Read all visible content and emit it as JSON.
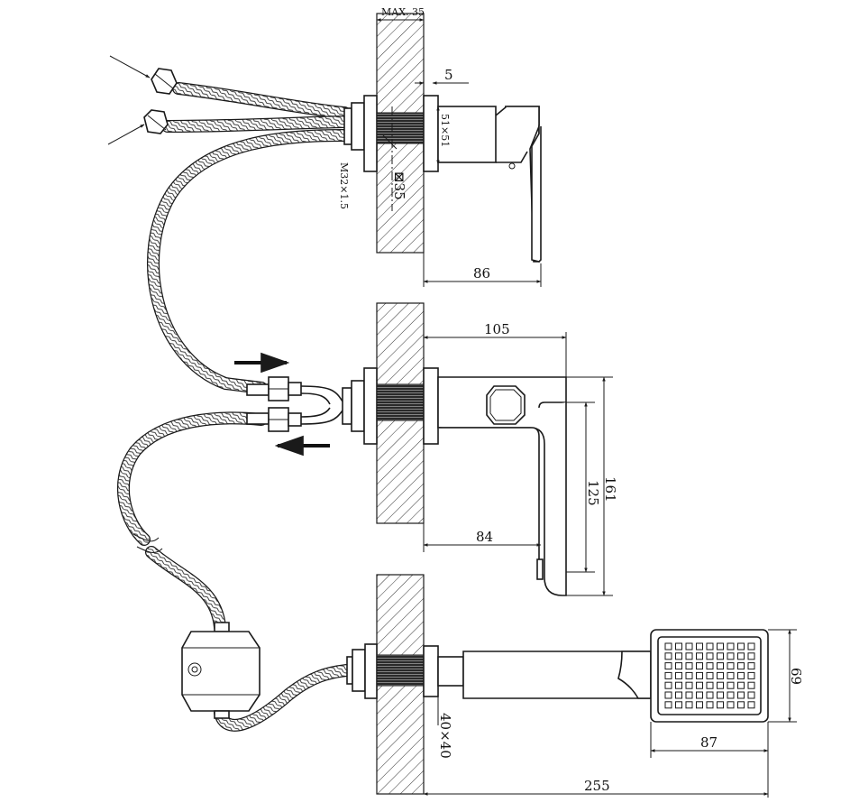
{
  "drawing": {
    "labels": {
      "max_depth": "MAX. 35",
      "offset": "5",
      "flange": "51×51",
      "thread": "M32×1.5",
      "sq_body": "⊠35",
      "mixer_len": "86",
      "spout_len": "105",
      "spout_height_total": "161",
      "spout_height_inner": "125",
      "spout_reach": "84",
      "shower_head_h": "69",
      "shower_holder": "40×40",
      "shower_head_w": "87",
      "shower_total": "255"
    },
    "colors": {
      "line": "#1a1a1a",
      "background": "#ffffff"
    },
    "icons": [
      "flow-in-arrow-icon",
      "flow-out-arrow-icon",
      "supply-arrow-icon"
    ]
  }
}
